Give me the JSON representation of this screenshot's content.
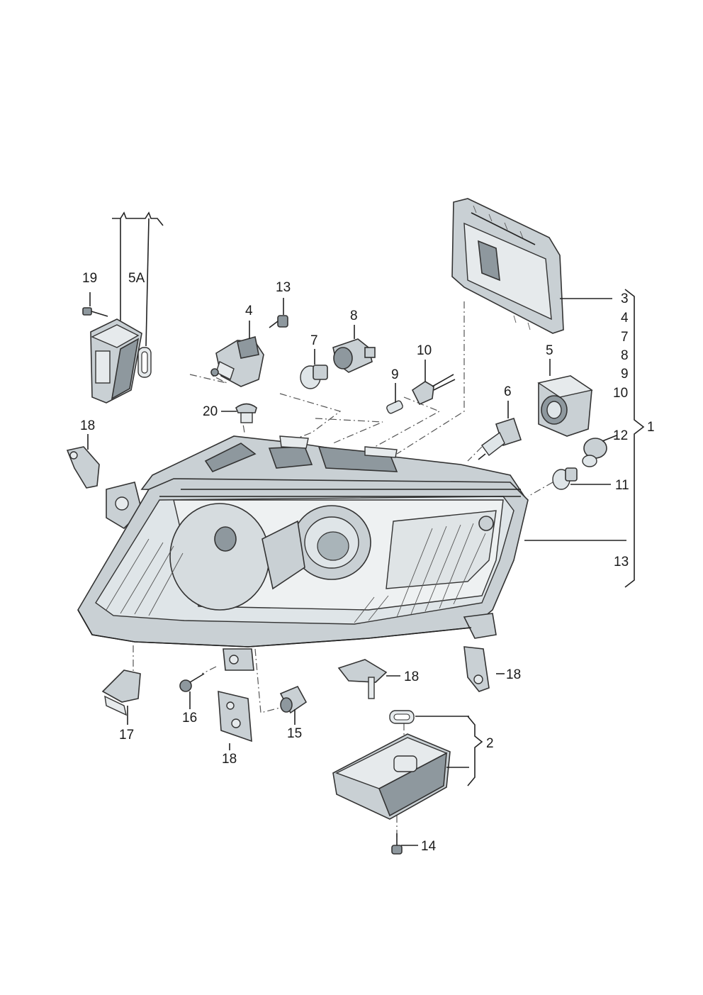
{
  "diagram": {
    "callouts": [
      {
        "id": "c19",
        "text": "19"
      },
      {
        "id": "c5a",
        "text": "5A"
      },
      {
        "id": "c13a",
        "text": "13"
      },
      {
        "id": "c4a",
        "text": "4"
      },
      {
        "id": "c8a",
        "text": "8"
      },
      {
        "id": "c7a",
        "text": "7"
      },
      {
        "id": "c10a",
        "text": "10"
      },
      {
        "id": "c9a",
        "text": "9"
      },
      {
        "id": "c6",
        "text": "6"
      },
      {
        "id": "c5",
        "text": "5"
      },
      {
        "id": "c20",
        "text": "20"
      },
      {
        "id": "c18a",
        "text": "18"
      },
      {
        "id": "c12",
        "text": "12"
      },
      {
        "id": "c11",
        "text": "11"
      },
      {
        "id": "c3",
        "text": "3"
      },
      {
        "id": "c4b",
        "text": "4"
      },
      {
        "id": "c7b",
        "text": "7"
      },
      {
        "id": "c8b",
        "text": "8"
      },
      {
        "id": "c9b",
        "text": "9"
      },
      {
        "id": "c10b",
        "text": "10"
      },
      {
        "id": "c1",
        "text": "1"
      },
      {
        "id": "c13b",
        "text": "13"
      },
      {
        "id": "c18b",
        "text": "18"
      },
      {
        "id": "c18c",
        "text": "18"
      },
      {
        "id": "c16",
        "text": "16"
      },
      {
        "id": "c17",
        "text": "17"
      },
      {
        "id": "c15",
        "text": "15"
      },
      {
        "id": "c18d",
        "text": "18"
      },
      {
        "id": "c2",
        "text": "2"
      },
      {
        "id": "c14",
        "text": "14"
      }
    ]
  }
}
